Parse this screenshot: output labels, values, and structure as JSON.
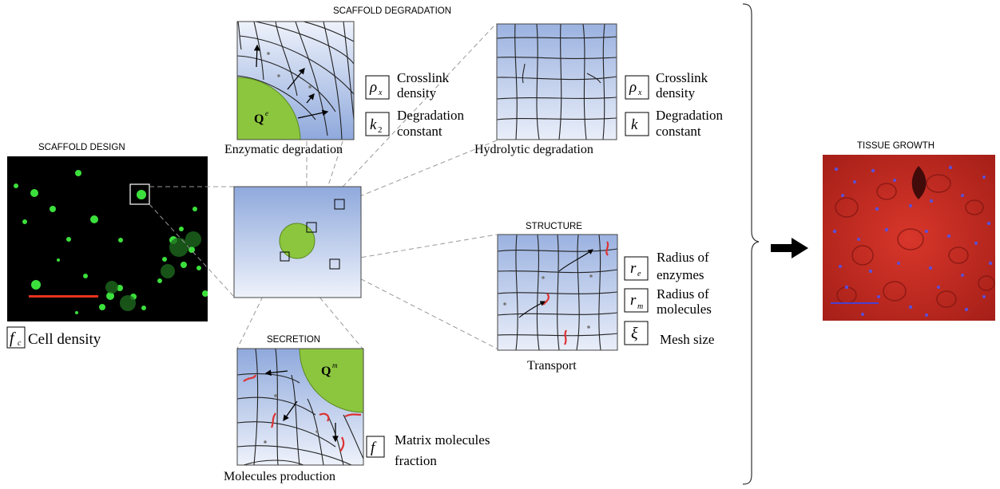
{
  "titles": {
    "scaffold_design": "SCAFFOLD DESIGN",
    "scaffold_degradation": "SCAFFOLD DEGRADATION",
    "structure": "STRUCTURE",
    "secretion": "SECRETION",
    "tissue_growth": "TISSUE GROWTH"
  },
  "captions": {
    "enzymatic": "Enzymatic  degradation",
    "hydrolytic": "Hydrolytic degradation",
    "transport": "Transport",
    "molecules_production": "Molecules production"
  },
  "cell_labels": {
    "enzymatic": "Q",
    "enzymatic_sup": "e",
    "secretion": "Q",
    "secretion_sup": "m"
  },
  "params": {
    "cell_density": {
      "symbol": "f",
      "sub": "c",
      "label": "Cell density"
    },
    "enzymatic": [
      {
        "symbol": "ρ",
        "sub": "x",
        "label": [
          "Crosslink",
          "density"
        ]
      },
      {
        "symbol": "k",
        "sub": "2",
        "label": [
          "Degradation",
          "constant"
        ]
      }
    ],
    "hydrolytic": [
      {
        "symbol": "ρ",
        "sub": "x",
        "label": [
          "Crosslink",
          "density"
        ]
      },
      {
        "symbol": "k",
        "sub": "",
        "label": [
          "Degradation",
          "constant"
        ]
      }
    ],
    "structure": [
      {
        "symbol": "r",
        "sub": "e",
        "label": [
          "Radius of",
          "enzymes"
        ]
      },
      {
        "symbol": "r",
        "sub": "m",
        "label": [
          "Radius of",
          "molecules"
        ]
      },
      {
        "symbol": "ξ",
        "sub": "",
        "label": [
          "Mesh size"
        ]
      }
    ],
    "secretion": [
      {
        "symbol": "f",
        "sub": "",
        "label": [
          "Matrix molecules",
          "fraction"
        ]
      }
    ]
  },
  "colors": {
    "cell_green": "#8cc63f",
    "grid_line": "#222222",
    "gradient_top": "#8fa9dc",
    "gradient_bottom": "#eef2fb",
    "scale_bar": "#e8321e",
    "arrow": "#000000",
    "dashed": "#999999",
    "tissue_red": "#c8281e",
    "nucleus_blue": "#5b4fd8",
    "fluor_green": "#3ce03c",
    "fluor_bg": "#000000"
  }
}
